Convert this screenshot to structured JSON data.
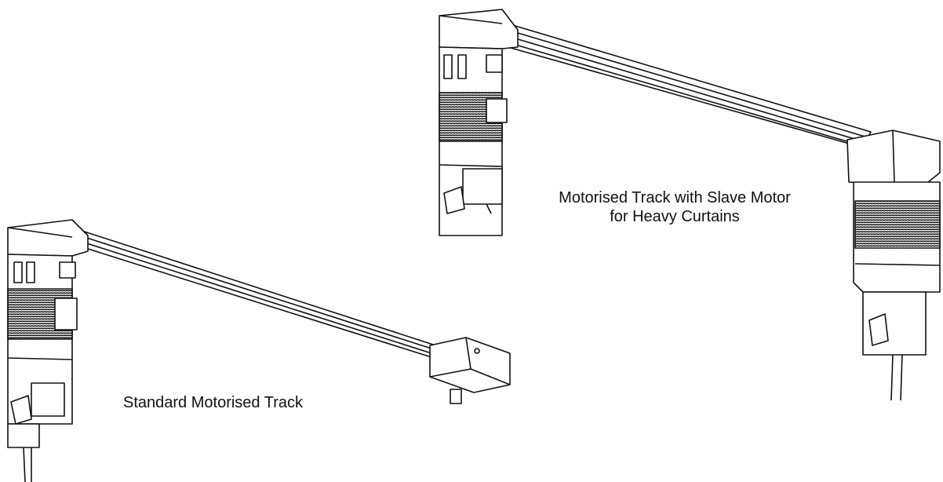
{
  "labels": {
    "slave_line1": "Motorised Track with Slave Motor",
    "slave_line2": "for Heavy Curtains",
    "standard": "Standard Motorised Track"
  },
  "colors": {
    "ink": "#111111",
    "band": "#1a1a1a",
    "paper": "#ffffff"
  }
}
